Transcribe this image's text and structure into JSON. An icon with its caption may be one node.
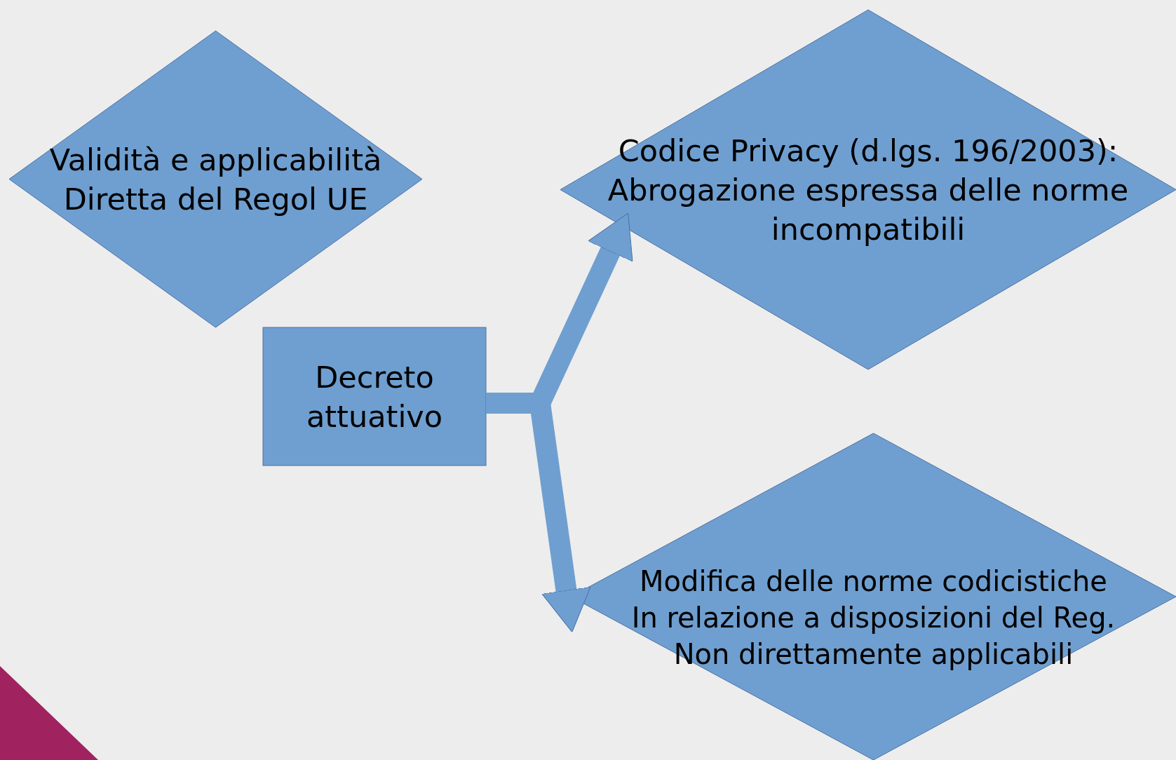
{
  "diagram": {
    "nodes": [
      {
        "text": [
          "Validità e applicabilità Diretta del Regol UE"
        ]
      },
      {
        "text": [
          "Codice Privacy (d.lgs. 196/2003): Abrogazione espressa delle norme incompatibili"
        ]
      },
      {
        "text": [
          "Modifica delle norme codicistiche In relazione a disposizioni del Reg. Non direttamente applicabili"
        ]
      },
      {
        "text": [
          "Decreto attuativo"
        ]
      }
    ],
    "edges": [
      {
        "from": 3,
        "to": 1,
        "arrow": "to"
      },
      {
        "from": 3,
        "to": 2,
        "arrow": "to"
      }
    ]
  }
}
